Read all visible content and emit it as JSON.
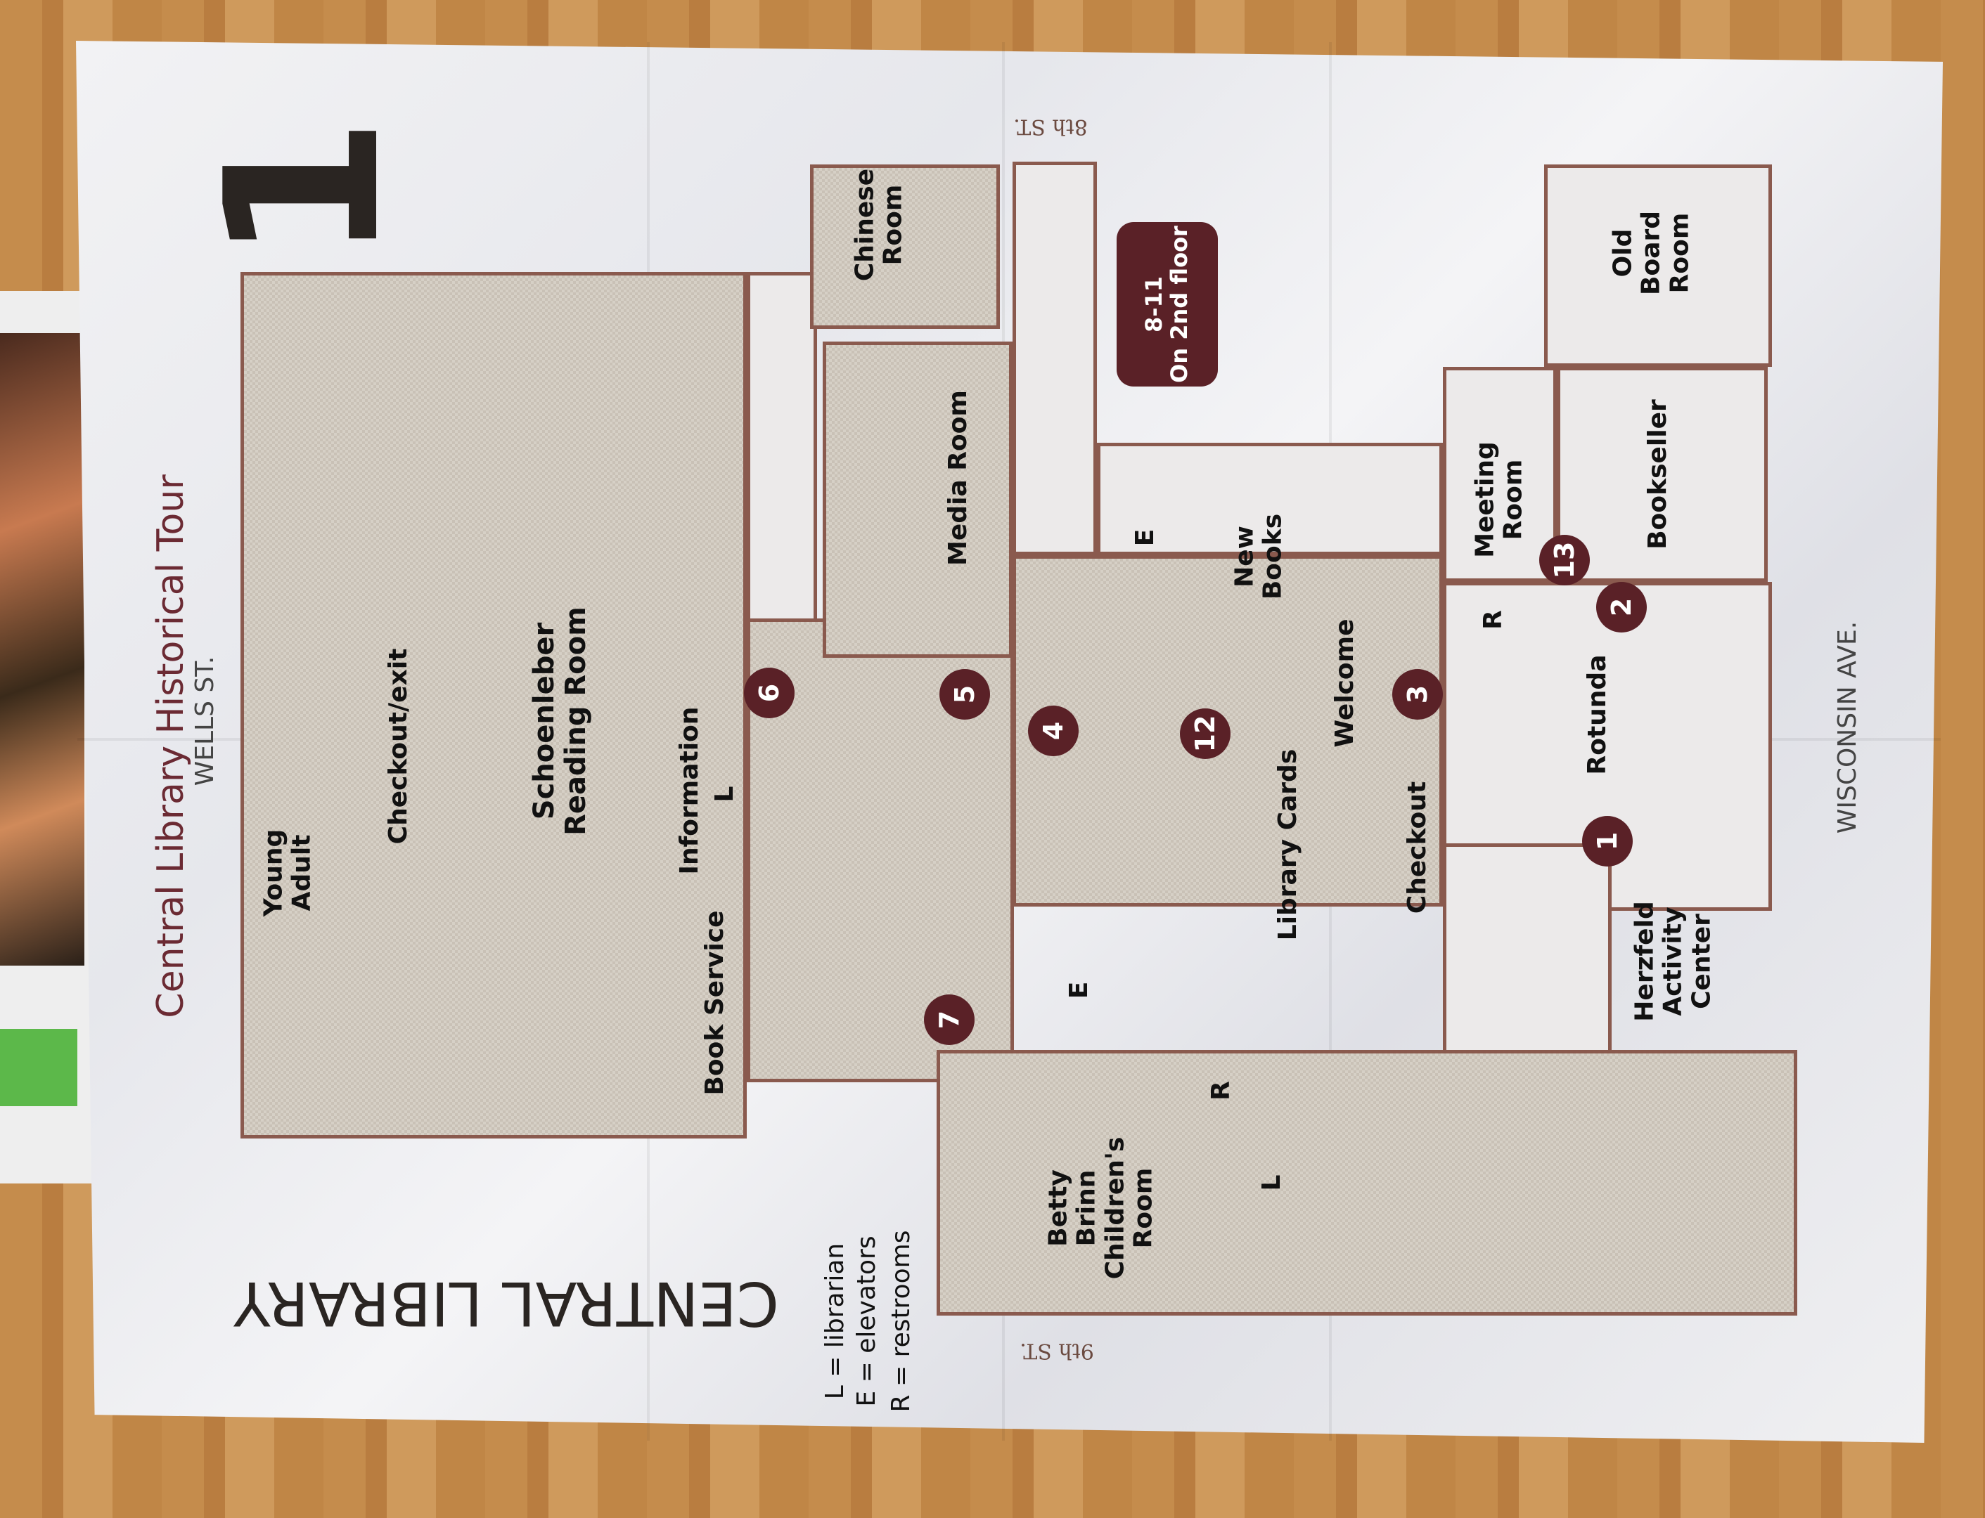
{
  "page_number": "1",
  "title": "Central Library Historical Tour",
  "street_top_left": "WELLS ST.",
  "street_bottom": "WISCONSIN AVE.",
  "street_east": "8th ST.",
  "street_west": "9th ST.",
  "building_name": "CENTRAL LIBRARY",
  "legend": [
    "L = librarian",
    "E = elevators",
    "R = restrooms"
  ],
  "second_floor_note": "8-11\nOn 2nd floor",
  "rooms": {
    "young_adult": "Young\nAdult",
    "checkout_exit": "Checkout/exit",
    "reading_room": "Schoenleber\nReading Room",
    "information": "Information",
    "book_service": "Book Service",
    "chinese_room": "Chinese\nRoom",
    "media_room": "Media Room",
    "new_books": "New\nBooks",
    "welcome": "Welcome",
    "library_cards": "Library Cards",
    "checkout": "Checkout",
    "meeting_room": "Meeting\nRoom",
    "bookseller": "Bookseller",
    "old_board_room": "Old\nBoard\nRoom",
    "rotunda": "Rotunda",
    "herzfeld": "Herzfeld\nActivity\nCenter",
    "childrens_room": "Betty\nBrinn\nChildren's\nRoom"
  },
  "symbols": {
    "L": "L",
    "E": "E",
    "R": "R"
  },
  "stops": [
    "1",
    "2",
    "3",
    "4",
    "5",
    "6",
    "7",
    "12",
    "13"
  ],
  "colors": {
    "accent": "#5a2127",
    "wall": "#8a5a4e",
    "title": "#6b2a33"
  }
}
